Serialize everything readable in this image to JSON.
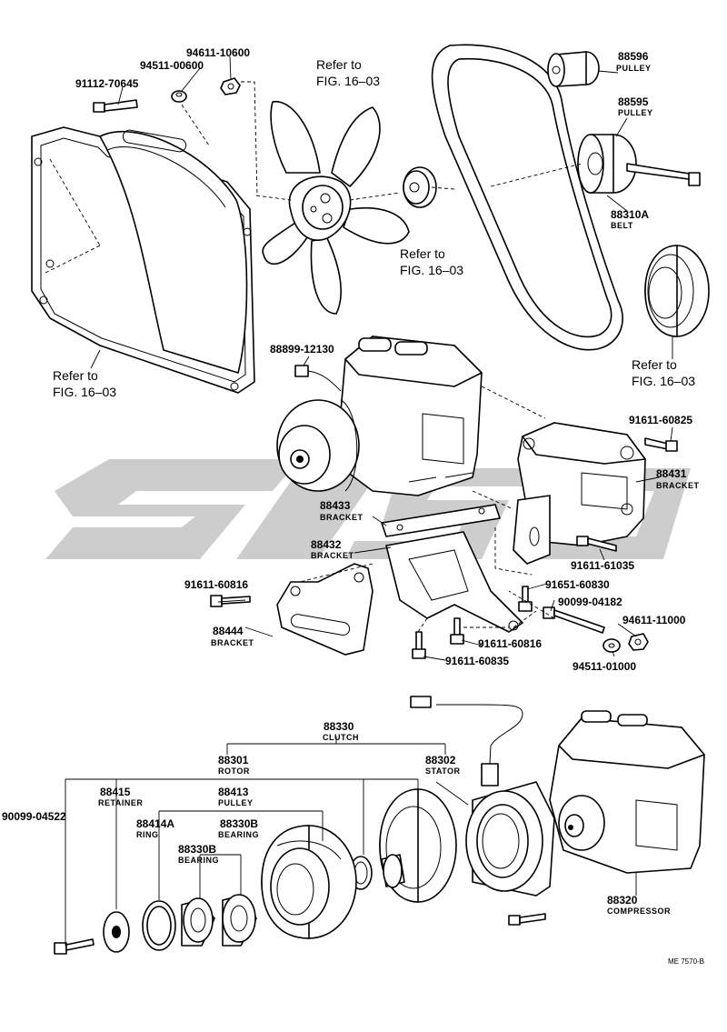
{
  "watermark": {
    "color": "#c8c8c8"
  },
  "labels": {
    "p91112_70645": "91112-70645",
    "p94511_00600": "94511-00600",
    "p94611_10600": "94611-10600",
    "ref_fan_1": "Refer to",
    "ref_fan_2": "FIG. 16–03",
    "ref_hub_1": "Refer to",
    "ref_hub_2": "FIG. 16–03",
    "ref_shroud_1": "Refer to",
    "ref_shroud_2": "FIG. 16–03",
    "ref_pulley_1": "Refer to",
    "ref_pulley_2": "FIG. 16–03",
    "p88596": "88596",
    "p88596_desc": "PULLEY",
    "p88595": "88595",
    "p88595_desc": "PULLEY",
    "p88310A": "88310A",
    "p88310A_desc": "BELT",
    "p88899_12130": "88899-12130",
    "p91611_60825": "91611-60825",
    "p88431": "88431",
    "p88431_desc": "BRACKET",
    "p88433": "88433",
    "p88433_desc": "BRACKET",
    "p88432": "88432",
    "p88432_desc": "BRACKET",
    "p91611_61035": "91611-61035",
    "p91651_60830": "91651-60830",
    "p91611_60816_a": "91611-60816",
    "p90099_04182": "90099-04182",
    "p94611_11000": "94611-11000",
    "p88444": "88444",
    "p88444_desc": "BRACKET",
    "p91611_60816_b": "91611-60816",
    "p91611_60835": "91611-60835",
    "p94511_01000": "94511-01000",
    "p88330": "88330",
    "p88330_desc": "CLUTCH",
    "p88301": "88301",
    "p88301_desc": "ROTOR",
    "p88302": "88302",
    "p88302_desc": "STATOR",
    "p88415": "88415",
    "p88415_desc": "RETAINER",
    "p88413": "88413",
    "p88413_desc": "PULLEY",
    "p90099_04522": "90099-04522",
    "p88414A": "88414A",
    "p88414A_desc": "RING",
    "p88330B_a": "88330B",
    "p88330B_a_desc": "BEARING",
    "p88330B_b": "88330B",
    "p88330B_b_desc": "BEARING",
    "p88320": "88320",
    "p88320_desc": "COMPRESSOR",
    "fig_code": "ME 7570-B"
  }
}
